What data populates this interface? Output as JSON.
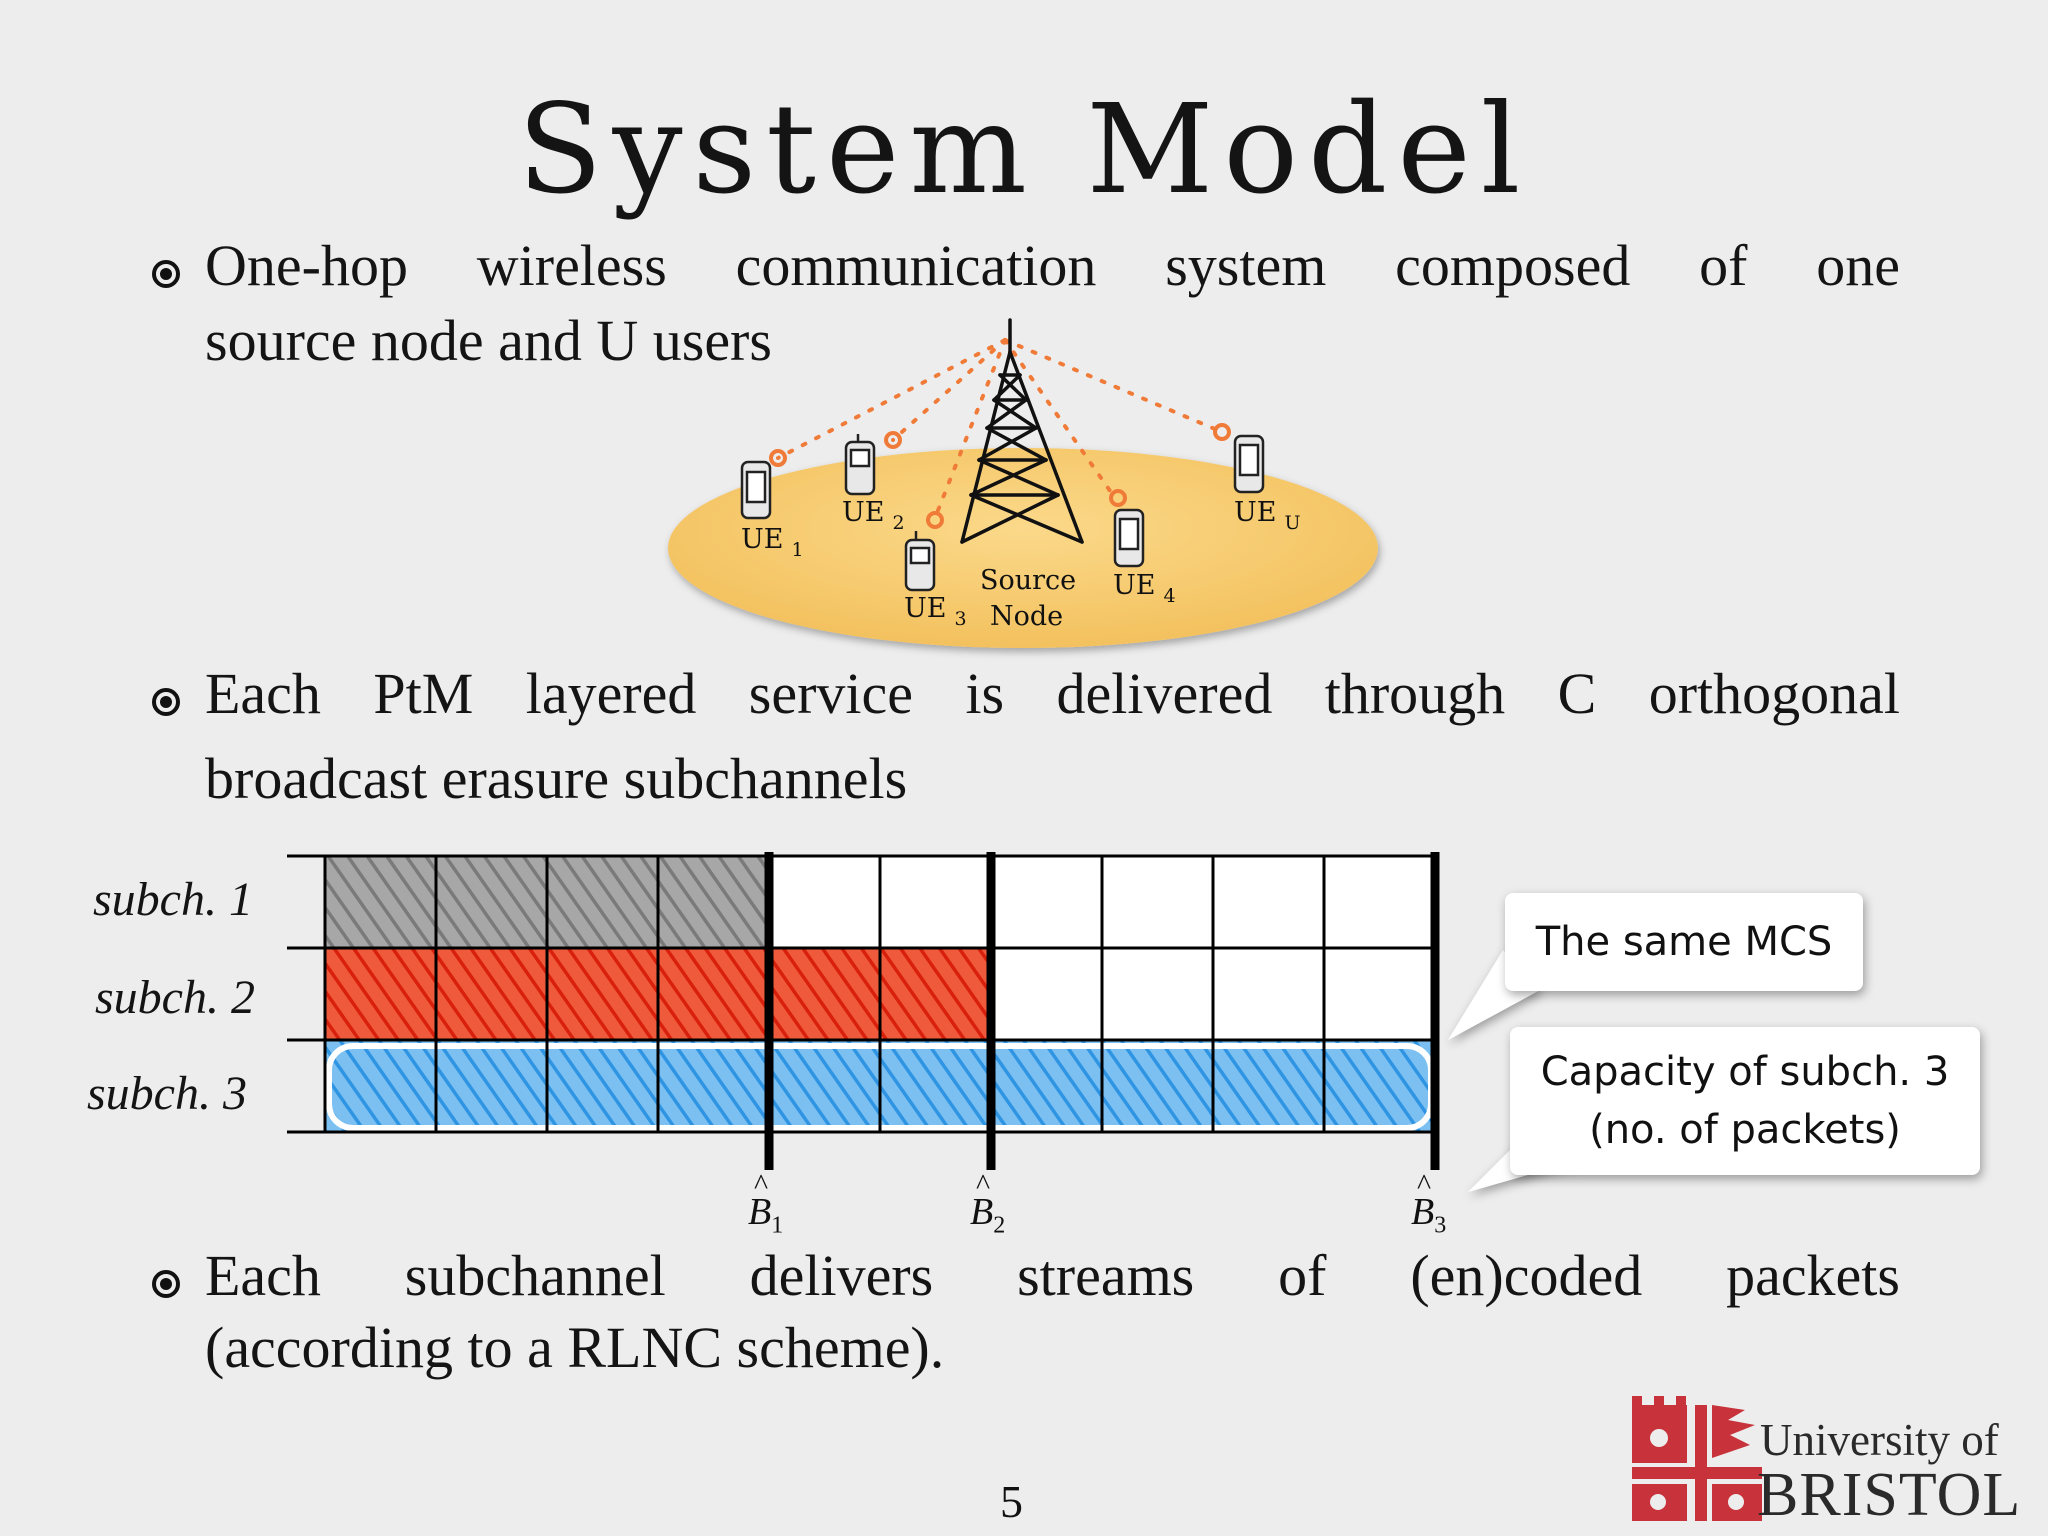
{
  "title": "System Model",
  "bullets": [
    {
      "lines": [
        "One-hop wireless communication system composed of one",
        "source node and U users"
      ]
    },
    {
      "lines": [
        "Each PtM layered service is delivered through C orthogonal",
        "broadcast erasure subchannels"
      ]
    },
    {
      "lines": [
        "Each subchannel delivers streams of (en)coded packets",
        "(according to a RLNC scheme)."
      ]
    }
  ],
  "network": {
    "source_label_1": "Source",
    "source_label_2": "Node",
    "users": [
      {
        "label": "UE",
        "sub": "1"
      },
      {
        "label": "UE",
        "sub": "2"
      },
      {
        "label": "UE",
        "sub": "3"
      },
      {
        "label": "UE",
        "sub": "4"
      },
      {
        "label": "UE",
        "sub": "U"
      }
    ],
    "colors": {
      "ellipse": "#f6c96c",
      "link": "#f07b38"
    }
  },
  "grid": {
    "subchannels": [
      {
        "label": "subch. 1",
        "filled": 4,
        "color": "#8f8f8f"
      },
      {
        "label": "subch. 2",
        "filled": 6,
        "color": "#e8351d"
      },
      {
        "label": "subch. 3",
        "filled": 10,
        "color": "#3f9fe6"
      }
    ],
    "columns": 10,
    "markers": [
      {
        "symbol": "B",
        "sub": "1",
        "after_column": 4
      },
      {
        "symbol": "B",
        "sub": "2",
        "after_column": 6
      },
      {
        "symbol": "B",
        "sub": "3",
        "after_column": 10
      }
    ]
  },
  "callouts": {
    "mcs": "The same MCS",
    "capacity_1": "Capacity of subch. 3",
    "capacity_2": "(no. of packets)"
  },
  "page_number": "5",
  "logo": {
    "line1": "University of",
    "line2": "BRISTOL",
    "color": "#c8323a"
  }
}
